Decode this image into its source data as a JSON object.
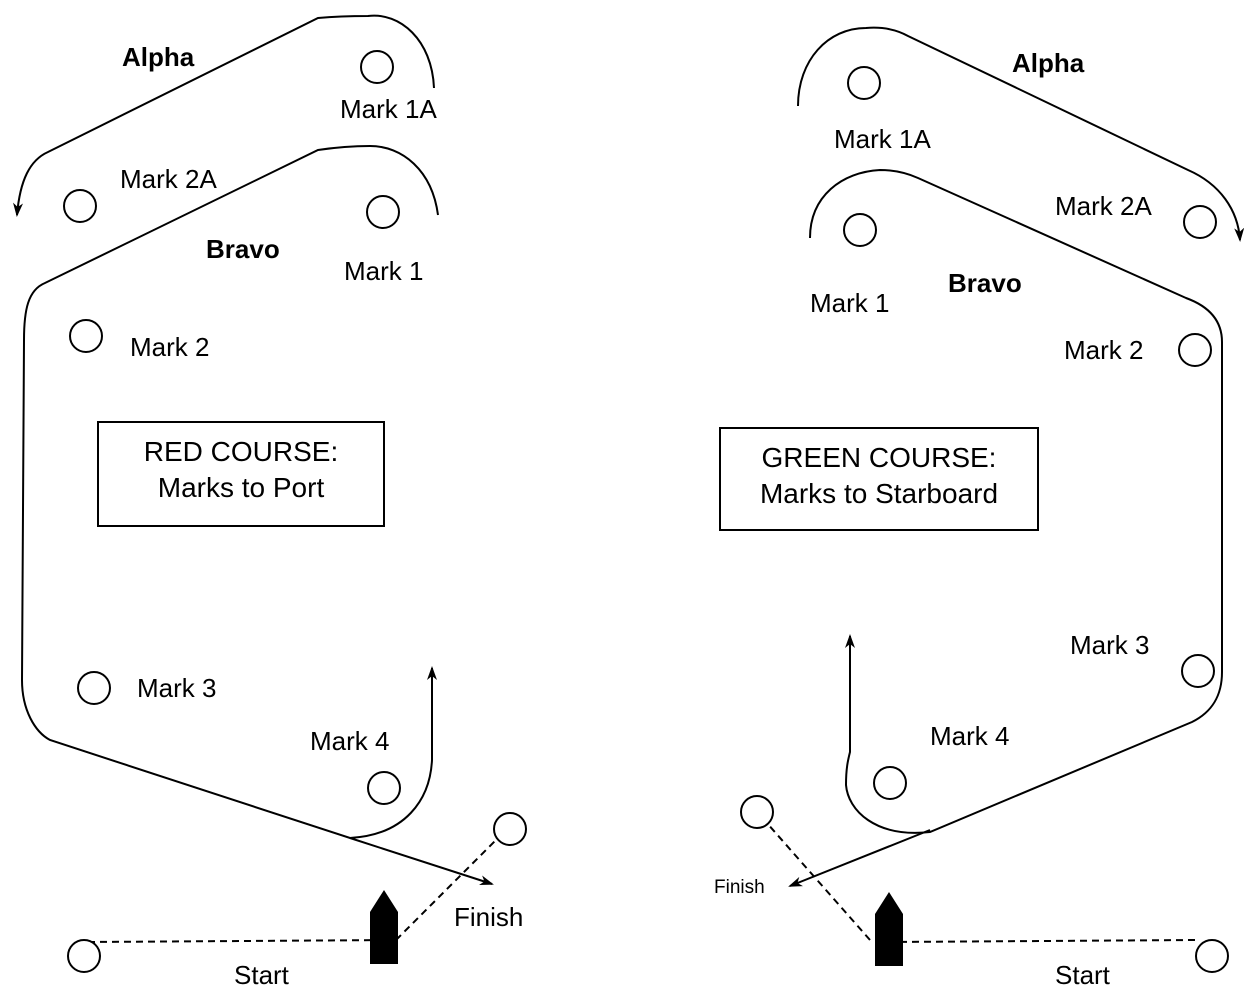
{
  "left_course": {
    "box_line1": "RED COURSE:",
    "box_line2": "Marks to Port",
    "route_alpha": "Alpha",
    "route_bravo": "Bravo",
    "marks": {
      "m1a": "Mark 1A",
      "m2a": "Mark 2A",
      "m1": "Mark 1",
      "m2": "Mark 2",
      "m3": "Mark 3",
      "m4": "Mark 4"
    },
    "start": "Start",
    "finish": "Finish"
  },
  "right_course": {
    "box_line1": "GREEN COURSE:",
    "box_line2": "Marks to Starboard",
    "route_alpha": "Alpha",
    "route_bravo": "Bravo",
    "marks": {
      "m1a": "Mark 1A",
      "m2a": "Mark 2A",
      "m1": "Mark 1",
      "m2": "Mark 2",
      "m3": "Mark 3",
      "m4": "Mark 4"
    },
    "start": "Start",
    "finish": "Finish"
  }
}
